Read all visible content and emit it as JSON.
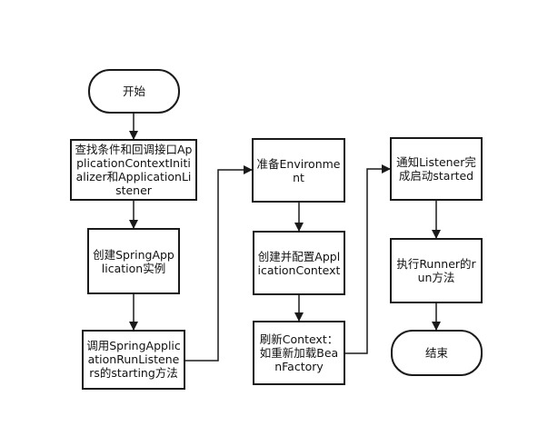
{
  "diagram": {
    "nodes": {
      "start": "开始",
      "find_listeners": "查找条件和回调接口ApplicationContextInitializer和ApplicationListener",
      "create_app": "创建SpringApplication实例",
      "call_listeners": "调用SpringApplicationRunListeners的starting方法",
      "prepare_env": "准备Environment",
      "create_context": "创建并配置ApplicationContext",
      "refresh_context": "刷新Context：如重新加载BeanFactory",
      "notify_listener": "通知Listener完成启动started",
      "exec_runner": "执行Runner的run方法",
      "end": "结束"
    },
    "colors": {
      "stroke": "#1a1a1a",
      "fill": "#ffffff",
      "text": "#111111"
    }
  }
}
